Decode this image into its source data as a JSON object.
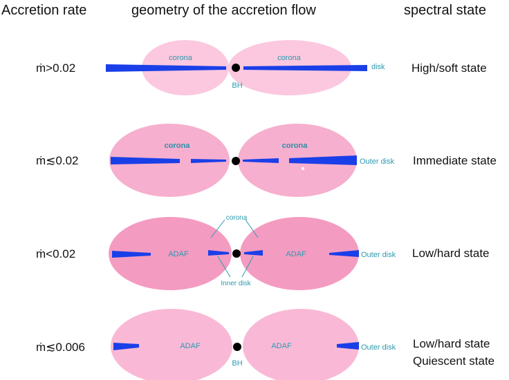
{
  "headers": {
    "rate": "Accretion rate",
    "geometry": "geometry of the accretion flow",
    "state": "spectral state"
  },
  "rows": [
    {
      "rate": "ṁ>0.02",
      "state": [
        "High/soft state"
      ],
      "corona_left": "corona",
      "corona_right": "corona",
      "disk": "disk",
      "bh": "BH"
    },
    {
      "rate": "ṁ≲0.02",
      "state": [
        "Immediate state"
      ],
      "corona_left": "corona",
      "corona_right": "corona",
      "outer_disk": "Outer disk"
    },
    {
      "rate": "ṁ<0.02",
      "state": [
        "Low/hard state"
      ],
      "adaf_left": "ADAF",
      "adaf_right": "ADAF",
      "corona": "corona",
      "inner_disk": "Inner disk",
      "outer_disk": "Outer disk"
    },
    {
      "rate": "ṁ≲0.006",
      "state": [
        "Low/hard state",
        "Quiescent state"
      ],
      "adaf_left": "ADAF",
      "adaf_right": "ADAF",
      "outer_disk": "Outer disk",
      "bh": "BH"
    }
  ],
  "colors": {
    "corona_light": "#fbc8df",
    "corona_medium": "#f6afce",
    "adaf": "#f49bc1",
    "adaf_light": "#f9b9d6",
    "disk": "#1a3fe8",
    "label": "#2a9ab0"
  }
}
